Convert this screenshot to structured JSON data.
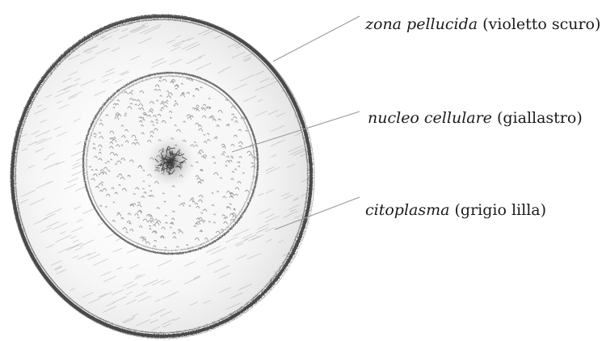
{
  "labels": {
    "zona": {
      "term": "zona pellucida",
      "note": " (violetto scuro)"
    },
    "nucleo": {
      "term": "nucleo cellulare",
      "note": " (giallastro)"
    },
    "citoplasma": {
      "term": "citoplasma",
      "note": " (grigio lilla)"
    }
  },
  "colors": {
    "outline": "#4a4a4a",
    "pencil": "#8a8a8a",
    "leader": "#9a9a9a",
    "text": "#1a1a1a"
  }
}
